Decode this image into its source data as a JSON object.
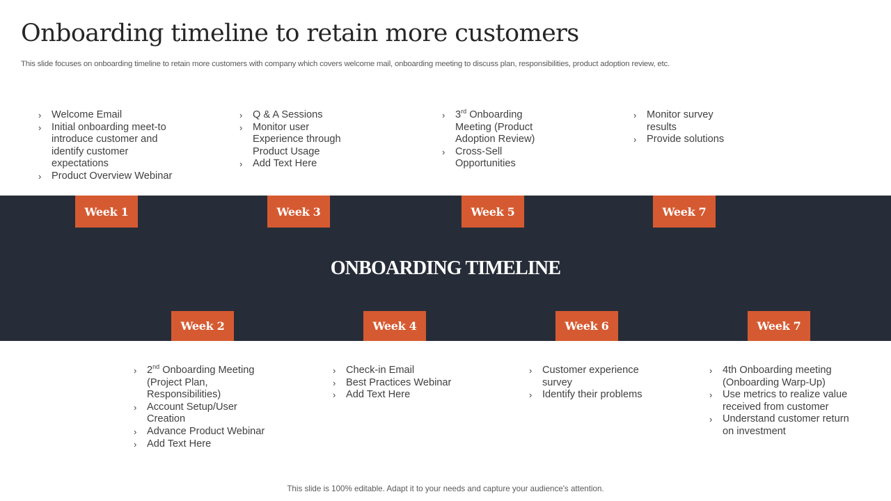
{
  "slide": {
    "title": "Onboarding timeline to retain more customers",
    "subtitle": "This slide focuses on onboarding timeline to retain more customers with company which covers welcome mail, onboarding meeting to discuss plan, responsibilities, product adoption review, etc.",
    "footer": "This slide is 100% editable. Adapt it to your needs and capture your audience's attention."
  },
  "colors": {
    "band": "#272d38",
    "accent": "#d65a31",
    "text": "#404040"
  },
  "timeline": {
    "center_label": "ONBOARDING TIMELINE",
    "bullet_icon": "chevron-right",
    "top": [
      {
        "week": "Week 1",
        "items": [
          "Welcome Email",
          "Initial onboarding meet-to introduce customer and identify customer expectations",
          "Product Overview Webinar"
        ]
      },
      {
        "week": "Week 3",
        "items": [
          "Q & A Sessions",
          "Monitor user Experience through Product Usage",
          "Add Text Here"
        ]
      },
      {
        "week": "Week 5",
        "items": [
          "3rd Onboarding Meeting (Product Adoption Review)",
          "Cross-Sell Opportunities"
        ]
      },
      {
        "week": "Week 7",
        "items": [
          "Monitor survey results",
          "Provide solutions"
        ]
      }
    ],
    "bottom": [
      {
        "week": "Week 2",
        "items": [
          "2nd Onboarding Meeting (Project Plan, Responsibilities)",
          "Account Setup/User Creation",
          "Advance Product Webinar",
          "Add Text Here"
        ]
      },
      {
        "week": "Week 4",
        "items": [
          "Check-in Email",
          "Best Practices Webinar",
          "Add Text Here"
        ]
      },
      {
        "week": "Week 6",
        "items": [
          "Customer experience survey",
          "Identify their problems"
        ]
      },
      {
        "week": "Week 7",
        "items": [
          "4th Onboarding meeting (Onboarding Warp-Up)",
          "Use metrics to realize value received from customer",
          "Understand customer return on investment"
        ]
      }
    ]
  }
}
